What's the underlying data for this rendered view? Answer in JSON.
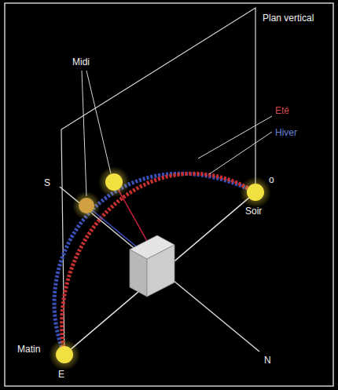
{
  "diagram": {
    "labels": [
      "Plan vertical",
      "Midi",
      "Eté",
      "Hiver",
      "o",
      "S",
      "Soir",
      "Matin",
      "E",
      "N"
    ]
  }
}
